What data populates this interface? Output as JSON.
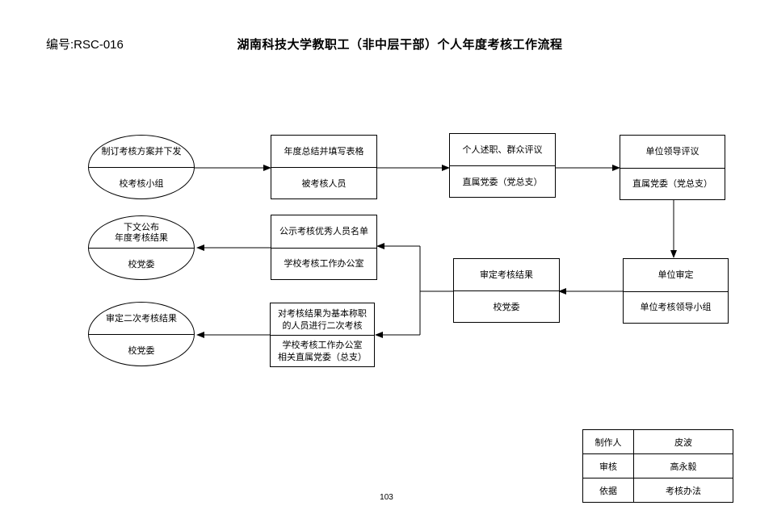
{
  "header": {
    "code": "编号:RSC-016",
    "title": "湖南科技大学教职工（非中层干部）个人年度考核工作流程"
  },
  "nodes": {
    "n1": {
      "top": "制订考核方案并下发",
      "bottom": "校考核小组"
    },
    "n2": {
      "top": "年度总结并填写表格",
      "bottom": "被考核人员"
    },
    "n3": {
      "top": "个人述职、群众评议",
      "bottom": "直属党委（党总支）"
    },
    "n4": {
      "top": "单位领导评议",
      "bottom": "直属党委（党总支）"
    },
    "n5": {
      "top": "单位审定",
      "bottom": "单位考核领导小组"
    },
    "n6": {
      "top": "审定考核结果",
      "bottom": "校党委"
    },
    "n7": {
      "top": "公示考核优秀人员名单",
      "bottom": "学校考核工作办公室"
    },
    "n8": {
      "top": [
        "对考核结果为基本称职",
        "的人员进行二次考核"
      ],
      "bottom": [
        "学校考核工作办公室",
        "相关直属党委（总支）"
      ]
    },
    "n9": {
      "top": [
        "下文公布",
        "年度考核结果"
      ],
      "bottom": "校党委"
    },
    "n10": {
      "top": "审定二次考核结果",
      "bottom": "校党委"
    }
  },
  "info_table": [
    {
      "label": "制作人",
      "value": "皮波"
    },
    {
      "label": "审核",
      "value": "高永毅"
    },
    {
      "label": "依据",
      "value": "考核办法"
    }
  ],
  "footer": {
    "page_number": "103"
  }
}
